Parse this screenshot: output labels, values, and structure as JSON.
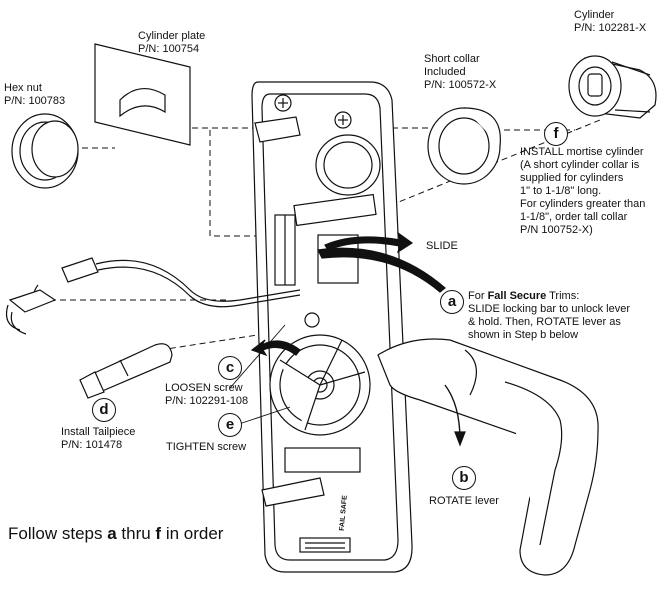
{
  "parts": {
    "cylinder_plate": {
      "name": "Cylinder plate",
      "pn": "P/N: 100754"
    },
    "hex_nut": {
      "name": "Hex nut",
      "pn": "P/N: 100783"
    },
    "short_collar": {
      "name1": "Short collar",
      "name2": "Included",
      "pn": "P/N: 100572-X"
    },
    "cylinder": {
      "name": "Cylinder",
      "pn": "P/N: 102281-X"
    }
  },
  "arrows": {
    "slide": "SLIDE",
    "rotate": "ROTATE lever"
  },
  "steps": {
    "a": {
      "letter": "a",
      "line1_pre": "For ",
      "line1_bold": "Fall Secure",
      "line1_post": " Trims:",
      "line2": "SLIDE locking bar to unlock lever",
      "line3": "& hold. Then, ROTATE lever as",
      "line4": "shown in Step b below"
    },
    "b": {
      "letter": "b"
    },
    "c": {
      "letter": "c",
      "line1": "LOOSEN screw",
      "line2": "P/N: 102291-108"
    },
    "d": {
      "letter": "d",
      "line1": "Install Tailpiece",
      "line2": "P/N: 101478"
    },
    "e": {
      "letter": "e",
      "line1": "TIGHTEN screw"
    },
    "f": {
      "letter": "f",
      "line1": "INSTALL mortise cylinder",
      "line2": "(A short cylinder collar is",
      "line3": "supplied for cylinders",
      "line4": "1\" to 1-1/8\" long.",
      "line5": "For cylinders greater than",
      "line6": "1-1/8\", order tall collar",
      "line7": "P/N 100752-X)"
    }
  },
  "housing_text": {
    "fail_safe": "FAIL SAFE"
  },
  "footer": {
    "pre": "Follow steps ",
    "a": "a",
    "mid": " thru ",
    "f": "f",
    "post": " in order"
  }
}
